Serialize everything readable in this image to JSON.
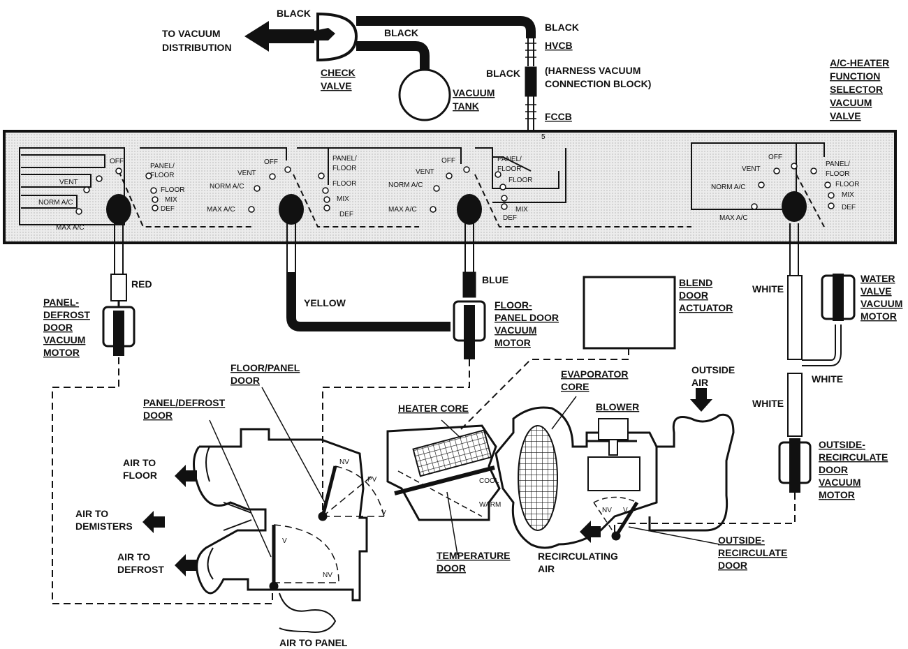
{
  "labels": {
    "to_vacuum_1": "TO VACUUM",
    "to_vacuum_2": "DISTRIBUTION",
    "black_top": "BLACK",
    "black_mid": "BLACK",
    "black_right": "BLACK",
    "black_hv": "BLACK",
    "hvcb": "HVCB",
    "harness_1": "(HARNESS VACUUM",
    "harness_2": "CONNECTION BLOCK)",
    "fccb": "FCCB",
    "check_1": "CHECK",
    "check_2": "VALVE",
    "vac_tank_1": "VACUUM",
    "vac_tank_2": "TANK",
    "selector_1": "A/C-HEATER",
    "selector_2": "FUNCTION",
    "selector_3": "SELECTOR",
    "selector_4": "VACUUM",
    "selector_5": "VALVE",
    "port5": "5",
    "red": "RED",
    "yellow": "YELLOW",
    "blue": "BLUE",
    "white_1": "WHITE",
    "white_2": "WHITE",
    "white_3": "WHITE",
    "pd_motor_1": "PANEL-",
    "pd_motor_2": "DEFROST",
    "pd_motor_3": "DOOR",
    "pd_motor_4": "VACUUM",
    "pd_motor_5": "MOTOR",
    "fp_motor_1": "FLOOR-",
    "fp_motor_2": "PANEL DOOR",
    "fp_motor_3": "VACUUM",
    "fp_motor_4": "MOTOR",
    "blend_1": "BLEND",
    "blend_2": "DOOR",
    "blend_3": "ACTUATOR",
    "water_1": "WATER",
    "water_2": "VALVE",
    "water_3": "VACUUM",
    "water_4": "MOTOR",
    "or_motor_1": "OUTSIDE-",
    "or_motor_2": "RECIRCULATE",
    "or_motor_3": "DOOR",
    "or_motor_4": "VACUUM",
    "or_motor_5": "MOTOR",
    "floor_panel_door_1": "FLOOR/PANEL",
    "floor_panel_door_2": "DOOR",
    "panel_defrost_door_1": "PANEL/DEFROST",
    "panel_defrost_door_2": "DOOR",
    "evap_1": "EVAPORATOR",
    "evap_2": "CORE",
    "heater_core": "HEATER CORE",
    "blower": "BLOWER",
    "outside_air_1": "OUTSIDE",
    "outside_air_2": "AIR",
    "air_floor_1": "AIR TO",
    "air_floor_2": "FLOOR",
    "air_demist_1": "AIR TO",
    "air_demist_2": "DEMISTERS",
    "air_defrost_1": "AIR TO",
    "air_defrost_2": "DEFROST",
    "air_panel": "AIR TO PANEL",
    "temp_door_1": "TEMPERATURE",
    "temp_door_2": "DOOR",
    "recirc_air_1": "RECIRCULATING",
    "recirc_air_2": "AIR",
    "or_door_1": "OUTSIDE-",
    "or_door_2": "RECIRCULATE",
    "or_door_3": "DOOR",
    "nv": "NV",
    "pv": "PV",
    "v": "V",
    "cool": "COOL",
    "warm": "WARM"
  },
  "selector_positions": {
    "off": "OFF",
    "vent": "VENT",
    "norm_ac": "NORM A/C",
    "max_ac": "MAX A/C",
    "panel_floor_1": "PANEL/",
    "panel_floor_2": "FLOOR",
    "floor": "FLOOR",
    "mix": "MIX",
    "def": "DEF"
  },
  "colors": {
    "line": "#111111",
    "panel_fill": "#e6e6e6",
    "background": "#ffffff"
  }
}
